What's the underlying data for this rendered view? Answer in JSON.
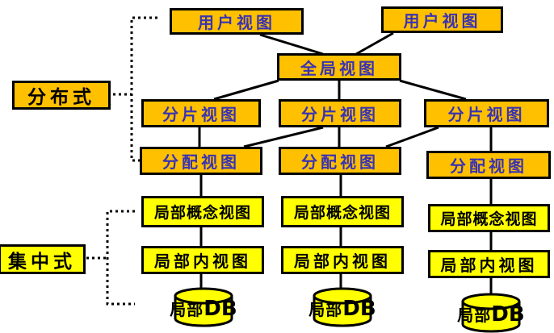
{
  "colors": {
    "background": "#FFFFFF",
    "gold_box_fill": "#FFC000",
    "yellow_box_fill": "#FFFF00",
    "gold_box_text": "#3A33B2",
    "black_text": "#000000",
    "line_color": "#000000"
  },
  "side_labels": {
    "distributed": "分布式",
    "centralized": "集中式"
  },
  "nodes": {
    "user_views": [
      "用户视图",
      "用户视图"
    ],
    "global_view": "全局视图",
    "fragment_views": [
      "分片视图",
      "分片视图",
      "分片视图"
    ],
    "allocation_views": [
      "分配视图",
      "分配视图",
      "分配视图"
    ],
    "local_conceptual_views": [
      "局部概念视图",
      "局部概念视图",
      "局部概念视图"
    ],
    "local_internal_views": [
      "局部内视图",
      "局部内视图",
      "局部内视图"
    ],
    "local_dbs": [
      {
        "cjk": "局部",
        "latin": "DB"
      },
      {
        "cjk": "局部",
        "latin": "DB"
      },
      {
        "cjk": "局部",
        "latin": "DB"
      }
    ]
  }
}
